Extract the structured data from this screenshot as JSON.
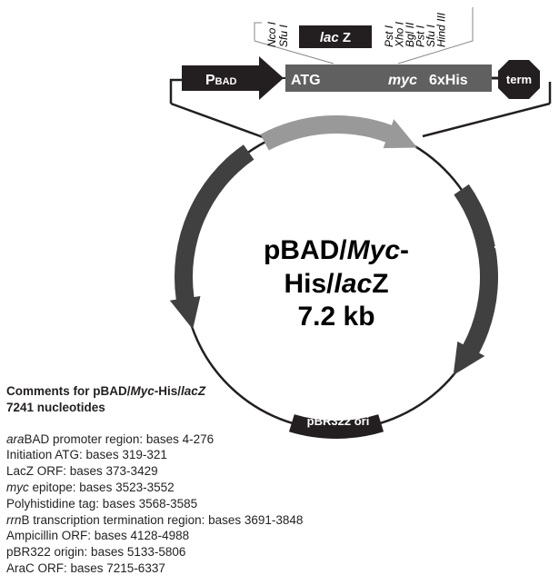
{
  "cassette": {
    "promoter_label": "P",
    "promoter_sub": "BAD",
    "atg_label": "ATG",
    "myc_label": "myc",
    "his_label": "6xHis",
    "term_label": "term",
    "lacz_italic": "lac",
    "lacz_rest": " Z",
    "sites_left": [
      "Nco I",
      "Sfu I"
    ],
    "sites_right": [
      "Pst I",
      "Xho I",
      "Bgl II",
      "Pst I",
      "Sfu I",
      "Hind III"
    ]
  },
  "plasmid": {
    "name_part1": "pBAD/",
    "name_italic1": "Myc",
    "name_part2": "-",
    "name_line2a": "His/",
    "name_italic2": "lac",
    "name_line2b": "Z",
    "size": "7.2 kb",
    "features": {
      "arac": "araC",
      "ampicillin": "Ampicillin",
      "ori": "pBR322 ori"
    },
    "colors": {
      "dark": "#404040",
      "light": "#999999",
      "black": "#231f20",
      "insert": "#606060"
    }
  },
  "comments": {
    "title_a": "Comments for pBAD/",
    "title_i": "Myc",
    "title_b": "-His/",
    "title_c": "lacZ",
    "subtitle": "7241 nucleotides",
    "lines": [
      {
        "it": "ara",
        "text": "BAD promoter region: bases 4-276"
      },
      {
        "it": "",
        "text": "Initiation ATG: bases 319-321"
      },
      {
        "it": "",
        "text": "LacZ ORF: bases 373-3429"
      },
      {
        "it": "myc",
        "text": " epitope: bases 3523-3552"
      },
      {
        "it": "",
        "text": "Polyhistidine tag: bases 3568-3585"
      },
      {
        "it": "rrn",
        "text": "B transcription termination region: bases 3691-3848"
      },
      {
        "it": "",
        "text": "Ampicillin ORF: bases 4128-4988"
      },
      {
        "it": "",
        "text": "pBR322 origin: bases 5133-5806"
      },
      {
        "it": "",
        "text": "AraC ORF: bases 7215-6337"
      }
    ]
  }
}
